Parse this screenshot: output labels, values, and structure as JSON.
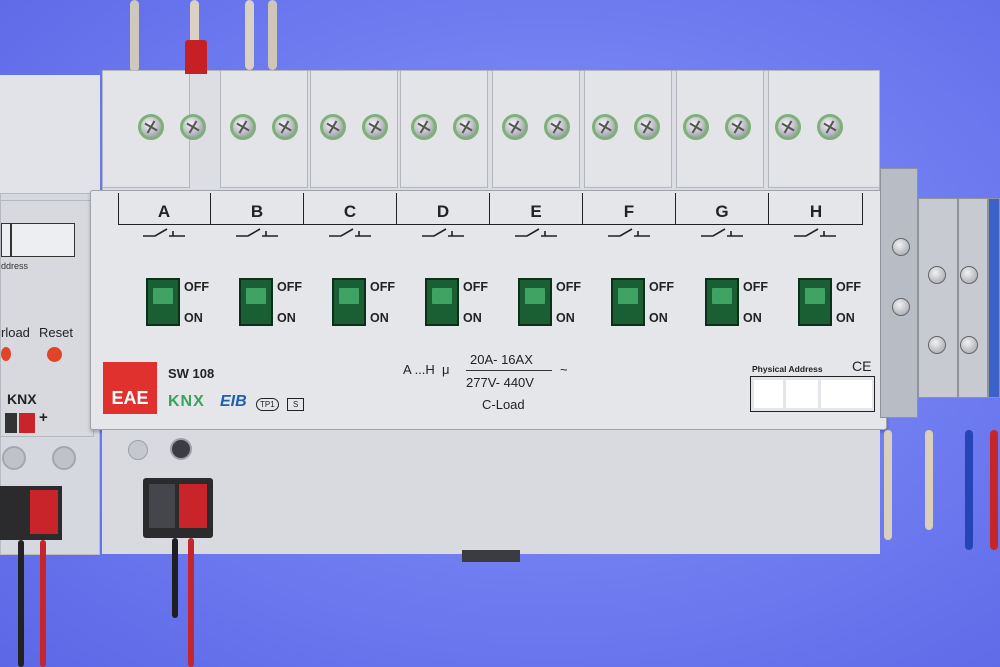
{
  "device": {
    "brand": "EAE",
    "model": "SW 108",
    "logos": [
      "KNX",
      "EIB"
    ],
    "tags": [
      "TP1",
      "S"
    ],
    "rating_prefix": "A ...H  μ",
    "rating_current": "20A- 16AX",
    "rating_voltage": "277V- 440V",
    "rating_suffix": "~",
    "load_type": "C-Load",
    "physical_address_label": "Physical Address",
    "ce_mark": "CE",
    "switch_on": "ON",
    "switch_off": "OFF",
    "channels": [
      "A",
      "B",
      "C",
      "D",
      "E",
      "F",
      "G",
      "H"
    ]
  },
  "left_module": {
    "address_label": "ddress",
    "overload_label": "rload",
    "reset_label": "Reset",
    "knx_label": "KNX",
    "plus": "+"
  },
  "colors": {
    "background": "#6f7cf0",
    "switch_green": "#1a5e34",
    "brand_red": "#e0312e",
    "knx_green": "#3aa35b",
    "knx_blue": "#1f5fa8"
  }
}
